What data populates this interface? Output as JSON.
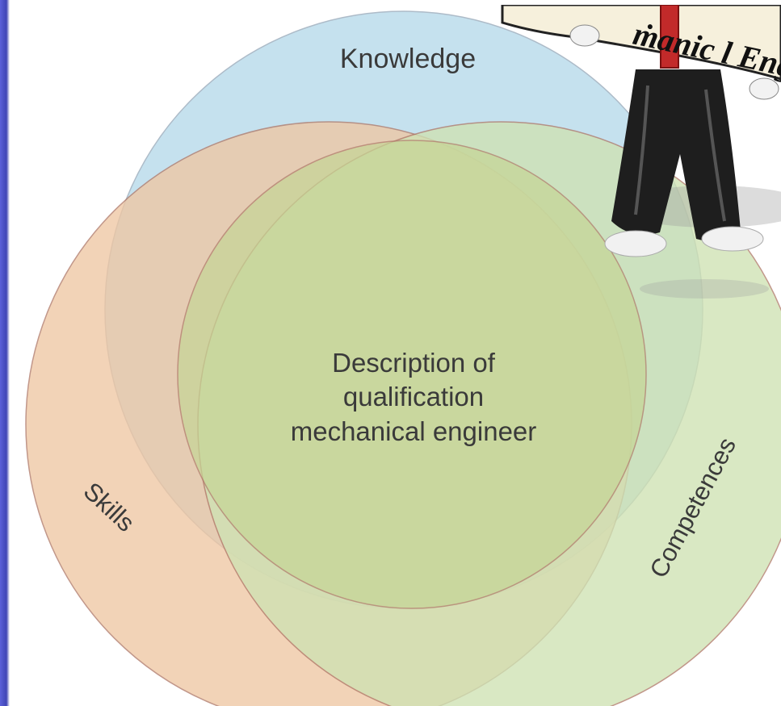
{
  "diagram": {
    "sets": [
      {
        "id": "knowledge",
        "label": "Knowledge"
      },
      {
        "id": "skills",
        "label": "Skills"
      },
      {
        "id": "competences",
        "label": "Competences"
      }
    ],
    "center_lines": [
      "Description of",
      "qualification",
      "mechanical engineer"
    ],
    "colors": {
      "background_border": "#4b52c4",
      "knowledge": "#bfe0ee",
      "skills": "#efc9a6",
      "competences": "#cfe3b4",
      "center": "#c9d79c",
      "stroke": "#b07a6a"
    }
  },
  "clipart": {
    "scroll_text": "ṁanic l Engin",
    "icon": "graduate-character-holding-diploma-icon"
  }
}
